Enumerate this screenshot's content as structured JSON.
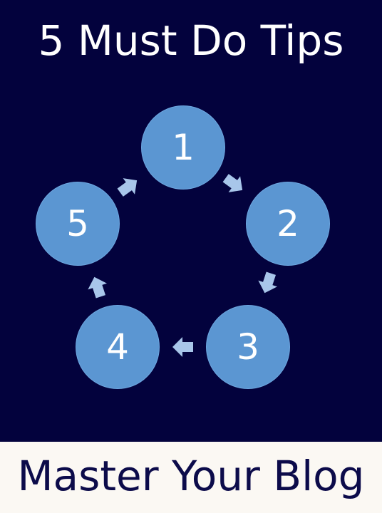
{
  "header": {
    "title": "5 Must Do Tips"
  },
  "diagram": {
    "steps": [
      {
        "label": "1"
      },
      {
        "label": "2"
      },
      {
        "label": "3"
      },
      {
        "label": "4"
      },
      {
        "label": "5"
      }
    ]
  },
  "footer": {
    "subtitle": "Master Your Blog"
  },
  "colors": {
    "background": "#03023d",
    "node": "#5b96d2",
    "arrow": "#a8c6ea",
    "footer_background": "#fbf8f3",
    "footer_text": "#0c0b4a"
  }
}
